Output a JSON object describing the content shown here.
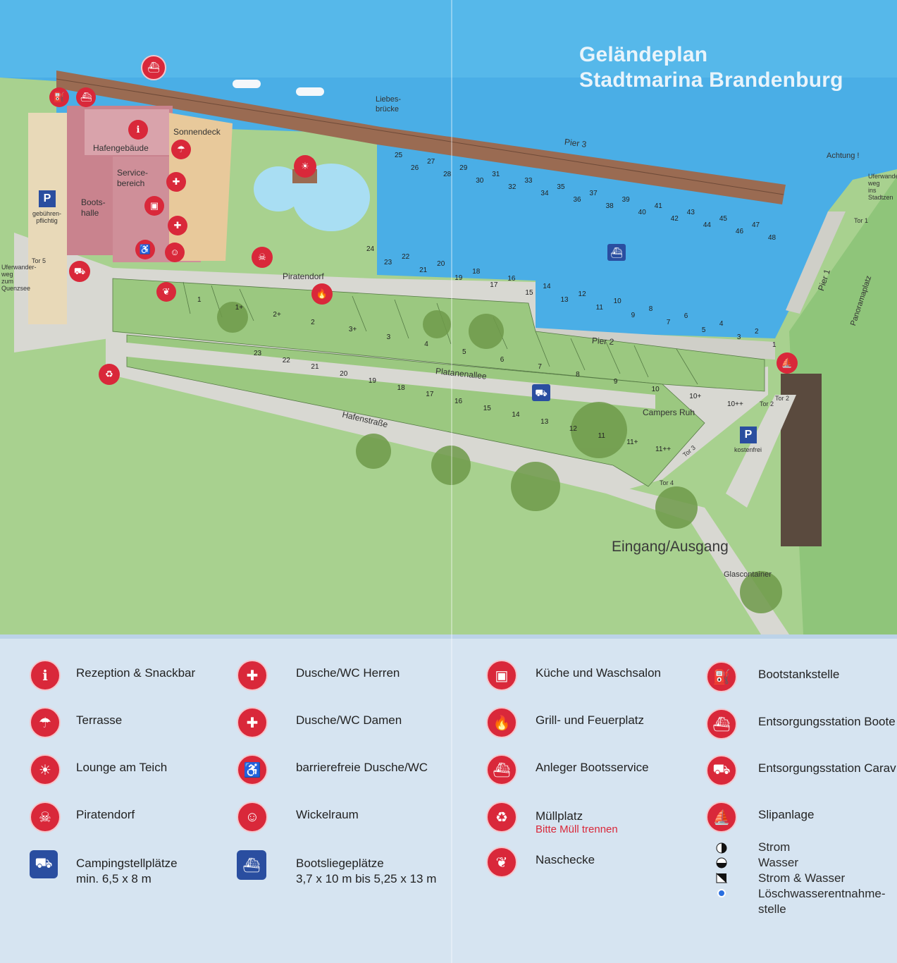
{
  "title": {
    "line1": "Geländeplan",
    "line2": "Stadtmarina Brandenburg"
  },
  "map": {
    "labels": {
      "liebesbruecke": "Liebes-\nbrücke",
      "sonnendeck": "Sonnendeck",
      "hafengebaeude": "Hafengebäude",
      "servicebereich": "Service-\nbereich",
      "bootshalle": "Boots-\nhalle",
      "gebuehrenpflichtig": "gebühren-\npflichtig",
      "kostenfrei": "kostenfrei",
      "piratendorf": "Piratendorf",
      "platanenallee": "Platanenallee",
      "hafenstrasse": "Hafenstraße",
      "campers_ruh": "Campers Ruh",
      "eingang": "Eingang/Ausgang",
      "glascontainer": "Glascontainer",
      "pier1": "Pier 1",
      "pier2": "Pier 2",
      "pier3": "Pier 3",
      "achtung": "Achtung !",
      "uferwanderweg_stadt": "Uferwander-\nweg\nins\nStadtzen",
      "uferwanderweg_quenz": "Uferwander-\nweg\nzum\nQuenzsee",
      "panoramaplatz": "Panoramaplatz",
      "tor1": "Tor 1",
      "tor2": "Tor 2",
      "tor2b": "Tor 2",
      "tor3": "Tor 3",
      "tor4": "Tor 4",
      "tor5": "Tor 5",
      "parking": "P"
    },
    "pier3_berths": [
      "25",
      "26",
      "27",
      "28",
      "29",
      "30",
      "31",
      "32",
      "33",
      "34",
      "35",
      "36",
      "37",
      "38",
      "39",
      "40",
      "41",
      "42",
      "43",
      "44",
      "45",
      "46",
      "47",
      "48"
    ],
    "pier2_berths": [
      "24",
      "23",
      "22",
      "21",
      "20",
      "19",
      "18",
      "17",
      "16",
      "15",
      "14",
      "13",
      "12",
      "11",
      "10",
      "9",
      "8",
      "7",
      "6",
      "5",
      "4",
      "3",
      "2",
      "1"
    ],
    "camping_pitches_upper": [
      "1",
      "1+",
      "2+",
      "2",
      "3+",
      "3",
      "4",
      "5",
      "6",
      "7",
      "8",
      "9",
      "10",
      "10+",
      "10++"
    ],
    "camping_pitches_lower": [
      "23",
      "22",
      "21",
      "20",
      "19",
      "18",
      "17",
      "16",
      "15",
      "14",
      "13",
      "12",
      "11",
      "11+",
      "11++"
    ]
  },
  "legend": {
    "col1": [
      {
        "icon": "reception-snackbar-icon",
        "label": "Rezeption & Snackbar"
      },
      {
        "icon": "terrace-icon",
        "label": "Terrasse"
      },
      {
        "icon": "lounge-icon",
        "label": "Lounge am Teich"
      },
      {
        "icon": "pirate-village-icon",
        "label": "Piratendorf"
      },
      {
        "icon": "camper-icon",
        "label": "Campingstellplätze",
        "label2": "min. 6,5 x 8 m"
      }
    ],
    "col2": [
      {
        "icon": "shower-men-icon",
        "label": "Dusche/WC Herren"
      },
      {
        "icon": "shower-women-icon",
        "label": "Dusche/WC Damen"
      },
      {
        "icon": "accessible-shower-icon",
        "label": "barrierefreie Dusche/WC"
      },
      {
        "icon": "baby-changing-icon",
        "label": "Wickelraum"
      },
      {
        "icon": "boat-berth-icon",
        "label": "Bootsliegeplätze",
        "label2": "3,7 x 10 m bis 5,25 x 13 m"
      }
    ],
    "col3": [
      {
        "icon": "kitchen-laundry-icon",
        "label": "Küche und Waschsalon"
      },
      {
        "icon": "fire-icon",
        "label": "Grill- und Feuerplatz"
      },
      {
        "icon": "boat-service-icon",
        "label": "Anleger Bootsservice"
      },
      {
        "icon": "waste-icon",
        "label": "Müllplatz",
        "sub": "Bitte Müll trennen"
      },
      {
        "icon": "strawberry-icon",
        "label": "Naschecke"
      }
    ],
    "col4": [
      {
        "icon": "fuel-pump-icon",
        "label": "Bootstankstelle"
      },
      {
        "icon": "boat-disposal-icon",
        "label": "Entsorgungsstation Boote"
      },
      {
        "icon": "caravan-disposal-icon",
        "label": "Entsorgungsstation Carav"
      },
      {
        "icon": "slipway-icon",
        "label": "Slipanlage"
      }
    ],
    "utilities": [
      "Strom",
      "Wasser",
      "Strom & Wasser",
      "Löschwasserentnahme-",
      "stelle"
    ]
  },
  "colors": {
    "water": "#4aaee6",
    "lawn": "#a8d18f",
    "path": "#d8d8d2",
    "red": "#d9283a",
    "blue": "#2a4ea0",
    "pier": "#9a6b52",
    "building": "#c9838e"
  }
}
